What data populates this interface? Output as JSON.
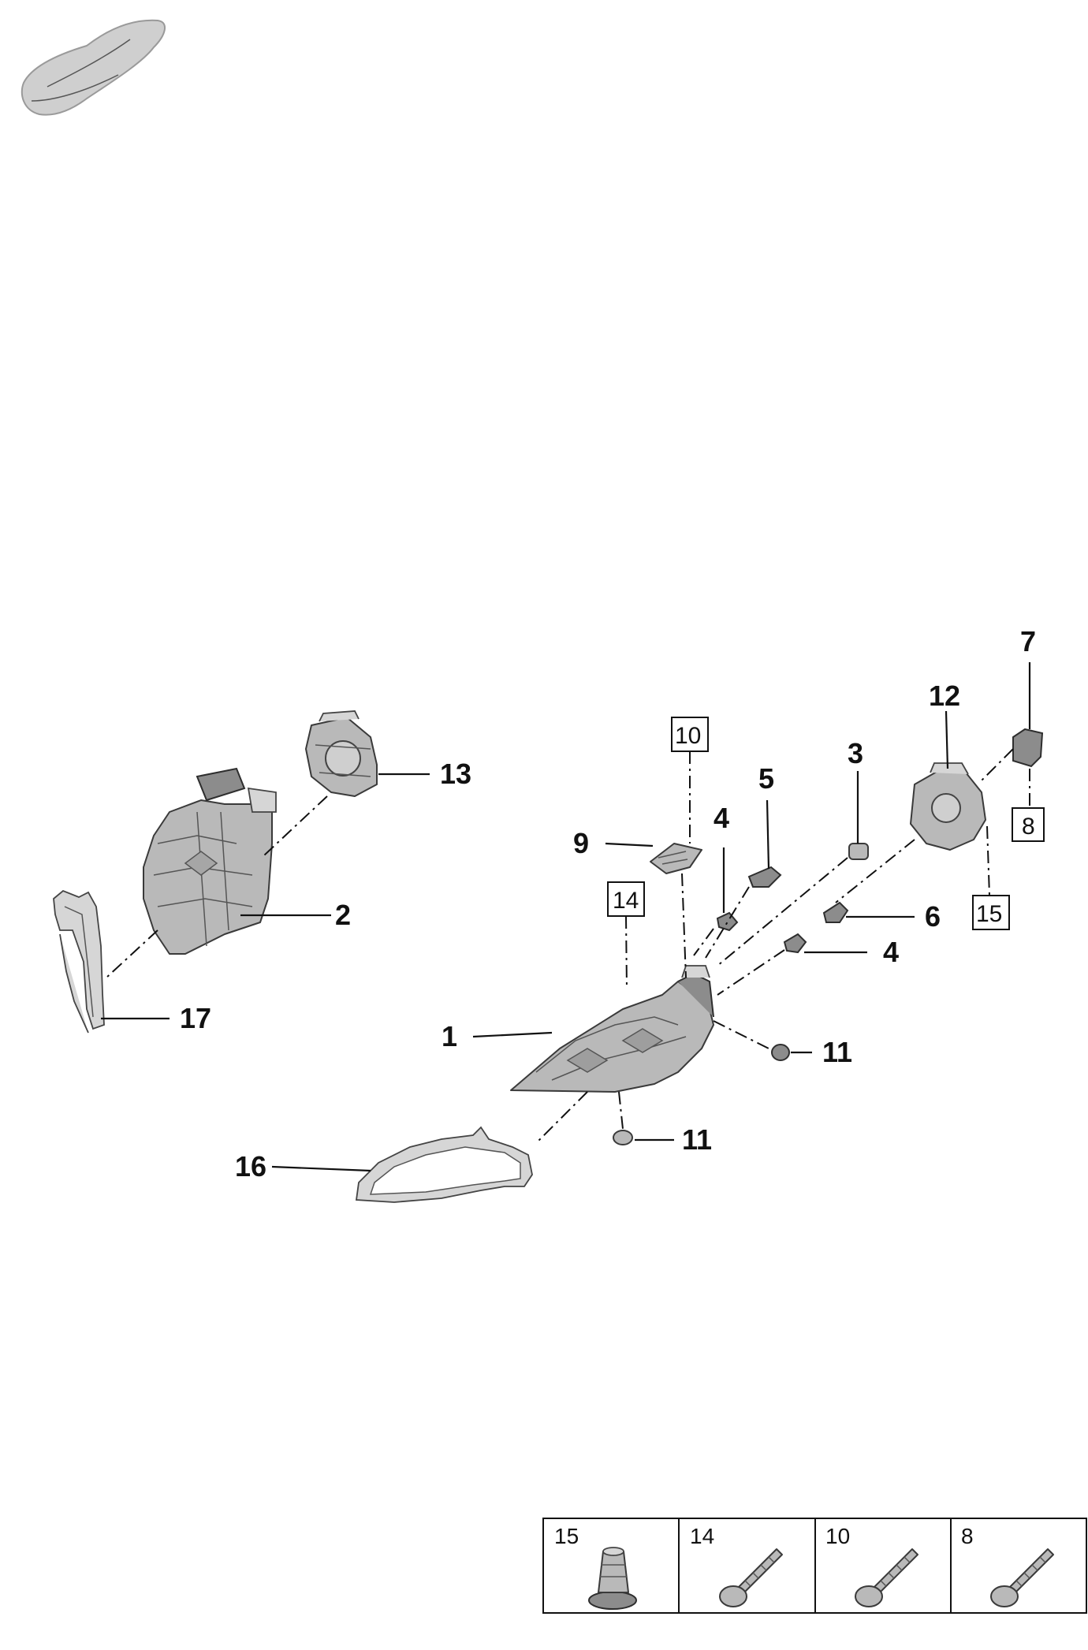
{
  "callouts": {
    "c1": "1",
    "c2": "2",
    "c3": "3",
    "c4a": "4",
    "c4b": "4",
    "c5": "5",
    "c6": "6",
    "c7": "7",
    "c9": "9",
    "c11a": "11",
    "c11b": "11",
    "c12": "12",
    "c13": "13",
    "c16": "16",
    "c17": "17"
  },
  "boxed_refs": {
    "b8": "8",
    "b10": "10",
    "b14": "14",
    "b15": "15"
  },
  "fastener_table": [
    {
      "number": "15",
      "icon": "rivet-nut-icon"
    },
    {
      "number": "14",
      "icon": "screw-icon"
    },
    {
      "number": "10",
      "icon": "screw-icon"
    },
    {
      "number": "8",
      "icon": "screw-icon"
    }
  ],
  "vehicle_icon": "car-silhouette-icon"
}
